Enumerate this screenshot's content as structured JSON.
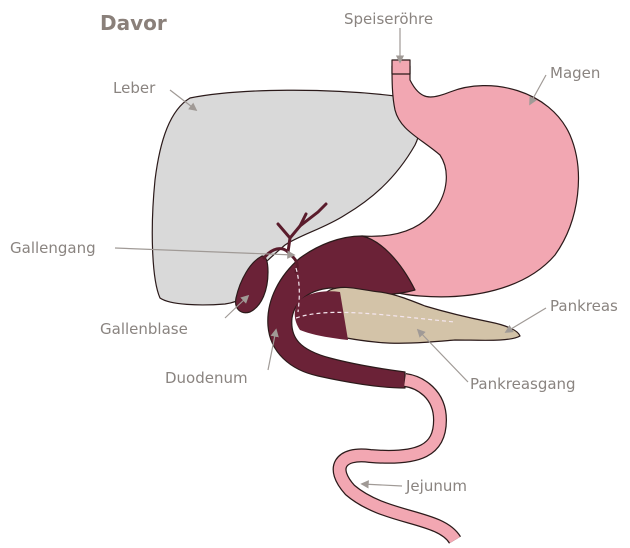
{
  "title": "Davor",
  "labels": {
    "speiseroehre": "Speiseröhre",
    "magen": "Magen",
    "leber": "Leber",
    "gallengang": "Gallengang",
    "gallenblase": "Gallenblase",
    "duodenum": "Duodenum",
    "pankreas": "Pankreas",
    "pankreasgang": "Pankreasgang",
    "jejunum": "Jejunum"
  },
  "colors": {
    "liver": "#d9d9d9",
    "stomach": "#f2a7b2",
    "duodenum": "#6b2237",
    "pancreas": "#d3c3a8",
    "jejunum": "#f2a7b2",
    "leader": "#a09a96",
    "text": "#8a8480"
  }
}
